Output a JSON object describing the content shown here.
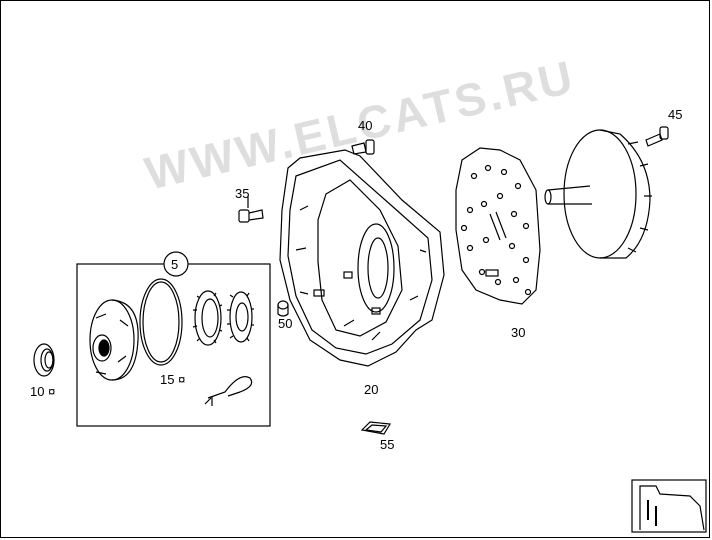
{
  "watermark": "WWW.ELCATS.RU",
  "callouts": {
    "c5": "5",
    "c10": "10 ¤",
    "c15": "15 ¤",
    "c20": "20",
    "c30": "30",
    "c35": "35",
    "c40": "40",
    "c45": "45",
    "c50": "50",
    "c55": "55"
  },
  "colors": {
    "line": "#000000",
    "watermark": "#a0a0a0"
  },
  "icons": {
    "thumbnail": "transmission-outline-icon"
  }
}
